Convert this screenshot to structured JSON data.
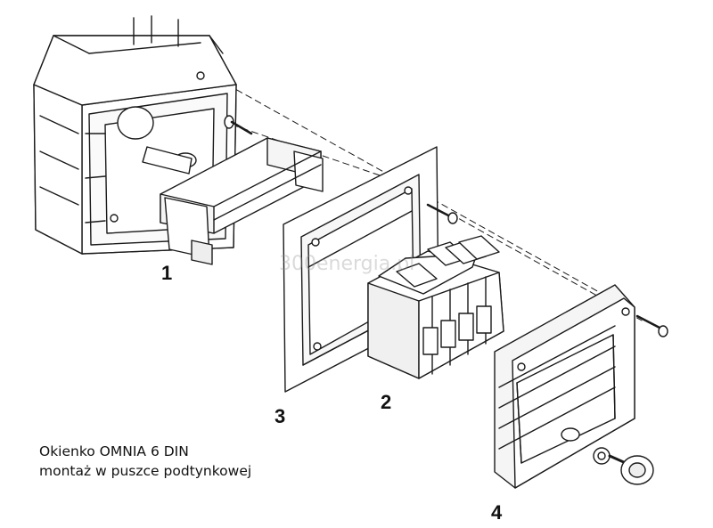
{
  "callouts": {
    "box": "1",
    "breaker": "2",
    "frame": "3",
    "cover": "4"
  },
  "caption": {
    "line1": "Okienko OMNIA 6 DIN",
    "line2": "montaż w puszce podtynkowej"
  },
  "watermark": "300energia.pl",
  "colors": {
    "stroke": "#1a1a1a",
    "fill": "#ffffff",
    "shade": "#d9d9d9"
  }
}
